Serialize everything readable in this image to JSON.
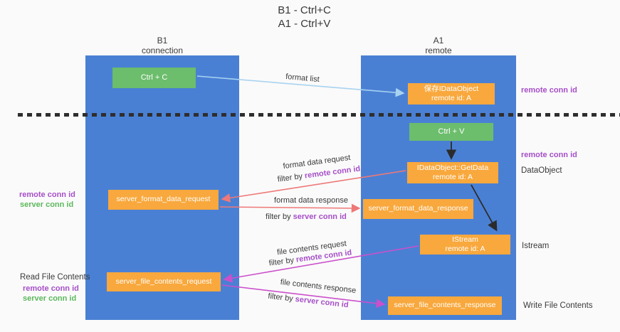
{
  "title": {
    "line1": "B1 - Ctrl+C",
    "line2": "A1 - Ctrl+V"
  },
  "columns": {
    "left": {
      "name": "B1",
      "role": "connection"
    },
    "right": {
      "name": "A1",
      "role": "remote"
    }
  },
  "boxes": {
    "ctrl_c": "Ctrl + C",
    "ctrl_v": "Ctrl + V",
    "save_idataobject": {
      "line1": "保存IDataObject",
      "line2": "remote id: A"
    },
    "getdata": {
      "line1": "IDataObject::GetData",
      "line2": "remote id: A"
    },
    "istream": {
      "line1": "IStream",
      "line2": "remote id: A"
    },
    "format_request": "server_format_data_request",
    "format_response": "server_format_data_response",
    "file_request": "server_file_contents_request",
    "file_response": "server_file_contents_response"
  },
  "flow_labels": {
    "format_list": "format list",
    "format_data_request": "format data request",
    "format_data_response": "format data response",
    "file_contents_request": "file contents request",
    "file_contents_response": "file contents response",
    "filter_by": "filter by ",
    "remote_conn_id": "remote conn id",
    "server_conn_id": "server conn id"
  },
  "side_labels": {
    "remote_conn_id_top": "remote conn id",
    "remote_conn_id_mid": "remote conn id",
    "dataobject": "DataObject",
    "istream": "Istream",
    "write_file_contents": "Write File Contents",
    "read_file_contents": "Read File Contents",
    "left_remote_1": "remote conn id",
    "left_server_1": "server conn id",
    "left_remote_2": "remote conn id",
    "left_server_2": "server conn id"
  },
  "colors": {
    "column_blue": "#4a80d4",
    "box_green": "#6cbd6c",
    "box_orange": "#f8a83d",
    "arrow_light_blue": "#a8d3f0",
    "arrow_salmon": "#ef7878",
    "arrow_magenta": "#cb50cb",
    "arrow_black": "#2b2b2b",
    "text_purple": "#a64fc8",
    "text_green": "#5cb85c",
    "dash_line": "#2e2e2e"
  }
}
